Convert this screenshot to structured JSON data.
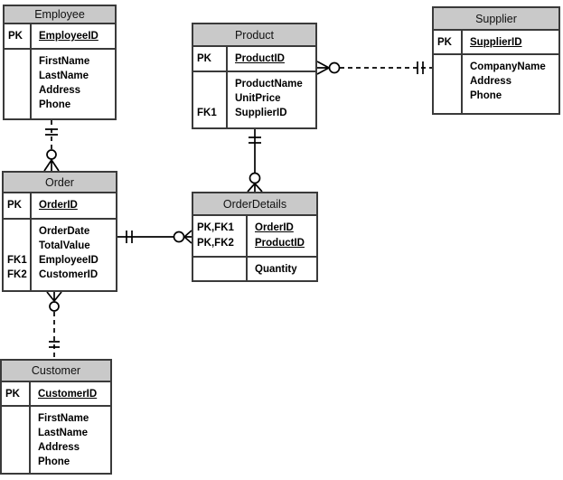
{
  "diagram": {
    "type": "entity-relationship-diagram",
    "colors": {
      "header_bg": "#c9c9c9",
      "table_border": "#3a3a3a",
      "connector_line": "#000000",
      "background": "#ffffff"
    },
    "tables": {
      "employee": {
        "name": "Employee",
        "keys": [
          {
            "label": "PK",
            "field": "EmployeeID"
          }
        ],
        "attrs": [
          {
            "label": "",
            "field": "FirstName"
          },
          {
            "label": "",
            "field": "LastName"
          },
          {
            "label": "",
            "field": "Address"
          },
          {
            "label": "",
            "field": "Phone"
          }
        ]
      },
      "product": {
        "name": "Product",
        "keys": [
          {
            "label": "PK",
            "field": "ProductID"
          }
        ],
        "attrs": [
          {
            "label": "",
            "field": "ProductName"
          },
          {
            "label": "",
            "field": "UnitPrice"
          },
          {
            "label": "FK1",
            "field": "SupplierID"
          }
        ]
      },
      "supplier": {
        "name": "Supplier",
        "keys": [
          {
            "label": "PK",
            "field": "SupplierID"
          }
        ],
        "attrs": [
          {
            "label": "",
            "field": "CompanyName"
          },
          {
            "label": "",
            "field": "Address"
          },
          {
            "label": "",
            "field": "Phone"
          }
        ]
      },
      "order": {
        "name": "Order",
        "keys": [
          {
            "label": "PK",
            "field": "OrderID"
          }
        ],
        "attrs": [
          {
            "label": "",
            "field": "OrderDate"
          },
          {
            "label": "",
            "field": "TotalValue"
          },
          {
            "label": "FK1",
            "field": "EmployeeID"
          },
          {
            "label": "FK2",
            "field": "CustomerID"
          }
        ]
      },
      "orderdetails": {
        "name": "OrderDetails",
        "keys": [
          {
            "label": "PK,FK1",
            "field": "OrderID"
          },
          {
            "label": "PK,FK2",
            "field": "ProductID"
          }
        ],
        "attrs": [
          {
            "label": "",
            "field": "Quantity"
          }
        ]
      },
      "customer": {
        "name": "Customer",
        "keys": [
          {
            "label": "PK",
            "field": "CustomerID"
          }
        ],
        "attrs": [
          {
            "label": "",
            "field": "FirstName"
          },
          {
            "label": "",
            "field": "LastName"
          },
          {
            "label": "",
            "field": "Address"
          },
          {
            "label": "",
            "field": "Phone"
          }
        ]
      }
    },
    "relationships": [
      {
        "from": "Employee",
        "to": "Order",
        "from_end": "one-and-only-one",
        "to_end": "zero-or-many",
        "line_style": "dashed"
      },
      {
        "from": "Customer",
        "to": "Order",
        "from_end": "one-and-only-one",
        "to_end": "zero-or-many",
        "line_style": "dashed"
      },
      {
        "from": "Order",
        "to": "OrderDetails",
        "from_end": "one-and-only-one",
        "to_end": "zero-or-many",
        "line_style": "solid"
      },
      {
        "from": "Product",
        "to": "OrderDetails",
        "from_end": "one-and-only-one",
        "to_end": "zero-or-many",
        "line_style": "solid"
      },
      {
        "from": "Supplier",
        "to": "Product",
        "from_end": "one-and-only-one",
        "to_end": "zero-or-many",
        "line_style": "dashed"
      }
    ]
  }
}
